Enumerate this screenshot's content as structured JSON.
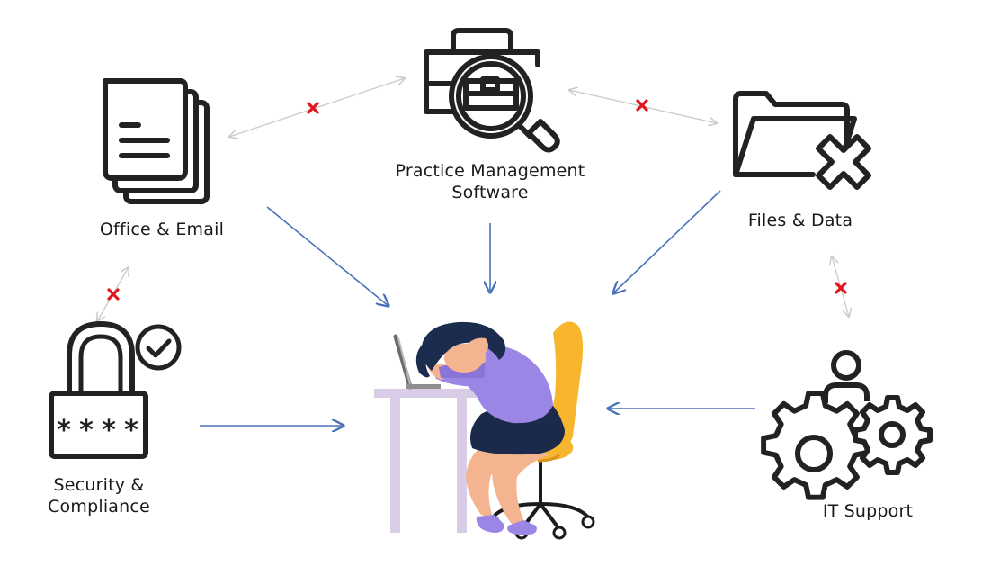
{
  "nodes": {
    "office_email": {
      "label": "Office & Email",
      "icon": "documents-icon"
    },
    "practice_management": {
      "label_line1": "Practice Management",
      "label_line2": "Software",
      "icon": "briefcase-search-icon"
    },
    "files_data": {
      "label": "Files & Data",
      "icon": "folder-x-icon"
    },
    "security_compliance": {
      "label_line1": "Security &",
      "label_line2": "Compliance",
      "icon": "padlock-check-icon"
    },
    "it_support": {
      "label": "IT Support",
      "icon": "person-gears-icon"
    }
  },
  "center": {
    "icon": "frustrated-woman-at-desk-illustration"
  },
  "colors": {
    "icon": "#222222",
    "arrow_main": "#4a72b8",
    "arrow_faint": "#c9c9c9",
    "broken_mark": "#e3141b",
    "skin": "#f4b48f",
    "hair": "#1c2c4e",
    "shirt": "#9b86e6",
    "skirt": "#1b2a4a",
    "chair": "#f7b62e",
    "desk": "#d9cce6",
    "shoe": "#9b86e6"
  }
}
